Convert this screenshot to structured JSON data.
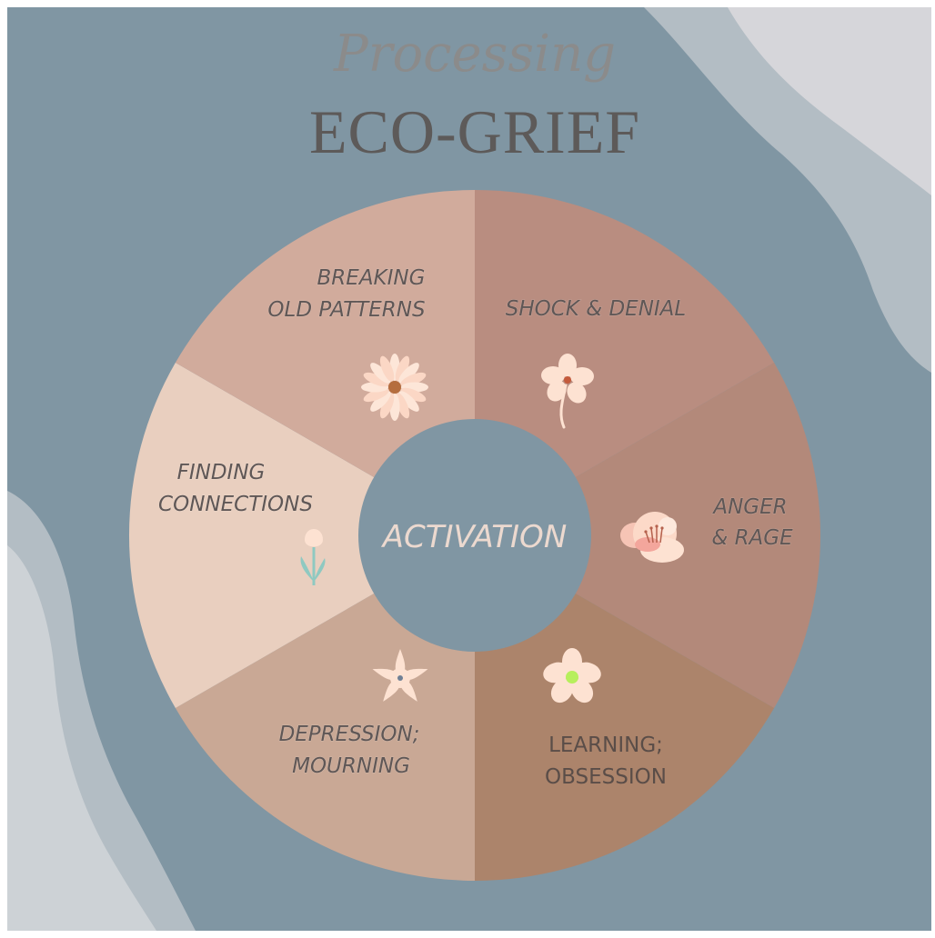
{
  "title": {
    "line1": "Processing",
    "line2": "ECO-GRIEF"
  },
  "center": {
    "label": "ACTIVATION"
  },
  "segments": [
    {
      "id": "shock",
      "lines": [
        "SHOCK & DENIAL"
      ],
      "color": "#b98d80",
      "icon": "five-petal-flower-with-stem-icon"
    },
    {
      "id": "anger",
      "lines": [
        "ANGER",
        "& RAGE"
      ],
      "color": "#b3897a",
      "icon": "peony-flower-icon"
    },
    {
      "id": "learning",
      "lines": [
        "LEARNING;",
        "OBSESSION"
      ],
      "color": "#ac846b",
      "icon": "green-center-flower-icon"
    },
    {
      "id": "depression",
      "lines": [
        "DEPRESSION;",
        "MOURNING"
      ],
      "color": "#c9a895",
      "icon": "star-flower-icon"
    },
    {
      "id": "finding",
      "lines": [
        "FINDING",
        "CONNECTIONS"
      ],
      "color": "#e9cfbf",
      "icon": "tulip-icon"
    },
    {
      "id": "breaking",
      "lines": [
        "BREAKING",
        "OLD PATTERNS"
      ],
      "color": "#d1ab9c",
      "icon": "daisy-icon"
    }
  ],
  "colors": {
    "background": "#8096a3",
    "blob_light": "#d6d6da",
    "blob_mid": "#b3bdc4",
    "hole": "#8096a3",
    "flower_petal": "#fde2d2"
  }
}
